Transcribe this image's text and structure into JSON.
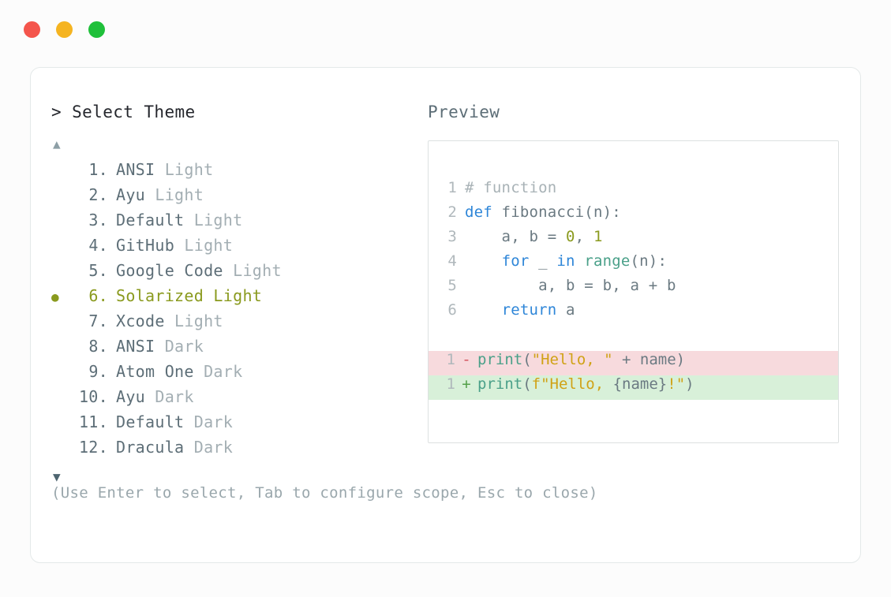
{
  "window": {
    "traffic_lights": [
      {
        "name": "close",
        "color": "#f4554c"
      },
      {
        "name": "minimize",
        "color": "#f5b421"
      },
      {
        "name": "maximize",
        "color": "#1fc03a"
      }
    ]
  },
  "left": {
    "prompt": "> Select Theme",
    "scroll_up_glyph": "▲",
    "scroll_down_glyph": "▼",
    "selected_bullet": "●",
    "selected_index": 6,
    "accent_color": "#8a9a1e",
    "items": [
      {
        "num": "1.",
        "name": "ANSI",
        "suffix": "Light",
        "selected": false
      },
      {
        "num": "2.",
        "name": "Ayu",
        "suffix": "Light",
        "selected": false
      },
      {
        "num": "3.",
        "name": "Default",
        "suffix": "Light",
        "selected": false
      },
      {
        "num": "4.",
        "name": "GitHub",
        "suffix": "Light",
        "selected": false
      },
      {
        "num": "5.",
        "name": "Google Code",
        "suffix": "Light",
        "selected": false
      },
      {
        "num": "6.",
        "name": "Solarized",
        "suffix": "Light",
        "selected": true
      },
      {
        "num": "7.",
        "name": "Xcode",
        "suffix": "Light",
        "selected": false
      },
      {
        "num": "8.",
        "name": "ANSI",
        "suffix": "Dark",
        "selected": false
      },
      {
        "num": "9.",
        "name": "Atom One",
        "suffix": "Dark",
        "selected": false
      },
      {
        "num": "10.",
        "name": "Ayu",
        "suffix": "Dark",
        "selected": false
      },
      {
        "num": "11.",
        "name": "Default",
        "suffix": "Dark",
        "selected": false
      },
      {
        "num": "12.",
        "name": "Dracula",
        "suffix": "Dark",
        "selected": false
      }
    ]
  },
  "right": {
    "label": "Preview",
    "code_lines": [
      {
        "ln": "1",
        "tokens": [
          {
            "t": "# function",
            "c": "cmt"
          }
        ]
      },
      {
        "ln": "2",
        "tokens": [
          {
            "t": "def",
            "c": "kw"
          },
          {
            "t": " fibonacci(n):",
            "c": "plain"
          }
        ]
      },
      {
        "ln": "3",
        "tokens": [
          {
            "t": "    a, b = ",
            "c": "plain"
          },
          {
            "t": "0",
            "c": "num"
          },
          {
            "t": ", ",
            "c": "plain"
          },
          {
            "t": "1",
            "c": "num"
          }
        ]
      },
      {
        "ln": "4",
        "tokens": [
          {
            "t": "    ",
            "c": "plain"
          },
          {
            "t": "for",
            "c": "kw"
          },
          {
            "t": " _ ",
            "c": "plain"
          },
          {
            "t": "in",
            "c": "kw"
          },
          {
            "t": " ",
            "c": "plain"
          },
          {
            "t": "range",
            "c": "fn"
          },
          {
            "t": "(n):",
            "c": "plain"
          }
        ]
      },
      {
        "ln": "5",
        "tokens": [
          {
            "t": "        a, b = b, a + b",
            "c": "plain"
          }
        ]
      },
      {
        "ln": "6",
        "tokens": [
          {
            "t": "    ",
            "c": "plain"
          },
          {
            "t": "return",
            "c": "kw"
          },
          {
            "t": " a",
            "c": "plain"
          }
        ]
      }
    ],
    "diff_lines": [
      {
        "ln": "1",
        "sign": "-",
        "kind": "del",
        "tokens": [
          {
            "t": "print",
            "c": "fn"
          },
          {
            "t": "(",
            "c": "plain"
          },
          {
            "t": "\"Hello, \"",
            "c": "str"
          },
          {
            "t": " + name)",
            "c": "plain"
          }
        ]
      },
      {
        "ln": "1",
        "sign": "+",
        "kind": "add",
        "tokens": [
          {
            "t": "print",
            "c": "fn"
          },
          {
            "t": "(",
            "c": "plain"
          },
          {
            "t": "f\"Hello, ",
            "c": "str"
          },
          {
            "t": "{name}",
            "c": "plain"
          },
          {
            "t": "!\"",
            "c": "str"
          },
          {
            "t": ")",
            "c": "plain"
          }
        ]
      }
    ]
  },
  "footer": {
    "hint": "(Use Enter to select, Tab to configure scope, Esc to close)"
  }
}
